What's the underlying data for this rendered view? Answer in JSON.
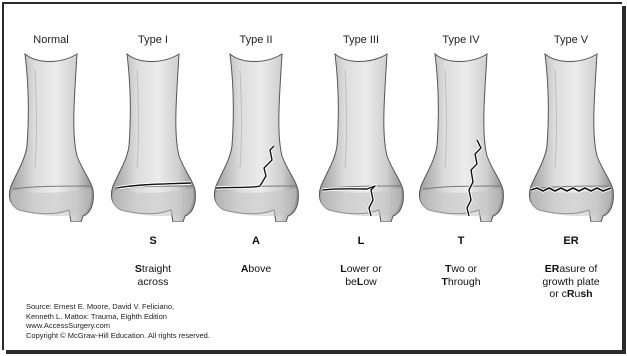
{
  "columns": [
    {
      "id": "normal",
      "title": "Normal",
      "letter": "",
      "desc_lines": [],
      "fracture": "none"
    },
    {
      "id": "type-1",
      "title": "Type I",
      "letter": "S",
      "desc_lines": [
        [
          {
            "b": "S",
            "r": "traight"
          }
        ],
        [
          {
            "b": "",
            "r": "across"
          }
        ]
      ],
      "fracture": "straight"
    },
    {
      "id": "type-2",
      "title": "Type II",
      "letter": "A",
      "desc_lines": [
        [
          {
            "b": "A",
            "r": "bove"
          }
        ]
      ],
      "fracture": "above"
    },
    {
      "id": "type-3",
      "title": "Type III",
      "letter": "L",
      "desc_lines": [
        [
          {
            "b": "L",
            "r": "ower or"
          }
        ],
        [
          {
            "b": "",
            "r": "be"
          },
          {
            "b": "L",
            "r": "ow"
          }
        ]
      ],
      "fracture": "below"
    },
    {
      "id": "type-4",
      "title": "Type IV",
      "letter": "T",
      "desc_lines": [
        [
          {
            "b": "T",
            "r": "wo or"
          }
        ],
        [
          {
            "b": "T",
            "r": "hrough"
          }
        ]
      ],
      "fracture": "through"
    },
    {
      "id": "type-5",
      "title": "Type V",
      "letter": "ER",
      "desc_lines": [
        [
          {
            "b": "ER",
            "r": "asure of"
          }
        ],
        [
          {
            "b": "",
            "r": "growth plate"
          }
        ],
        [
          {
            "b": "",
            "r": "or c"
          },
          {
            "b": "R",
            "r": "u"
          },
          {
            "b": "sh",
            "r": ""
          }
        ]
      ],
      "fracture": "crush"
    }
  ],
  "source": {
    "line1": "Source: Ernest E. Moore, David V. Feliciano,",
    "line2": "Kenneth L. Mattox: Trauma, Eighth Edition",
    "line3": "www.AccessSurgery.com",
    "line4": "Copyright © McGraw-Hill Education. All rights reserved."
  }
}
